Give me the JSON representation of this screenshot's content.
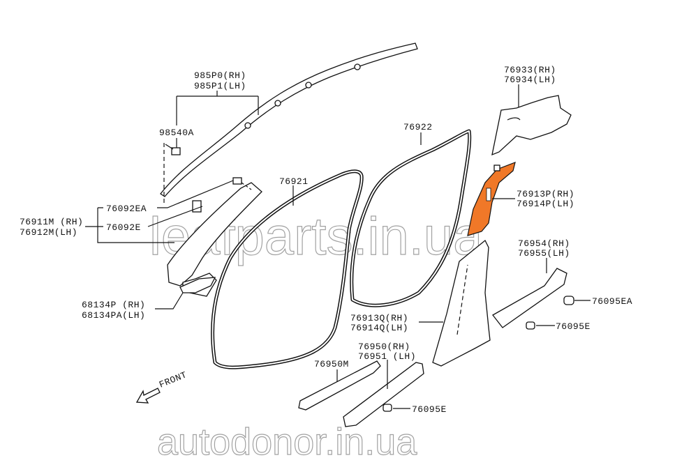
{
  "labels": {
    "airbag_rh": "985P0(RH)",
    "airbag_lh": "985P1(LH)",
    "bracket": "98540A",
    "clip_ea": "76092EA",
    "clip_e": "76092E",
    "a_pillar_rh": "76911M (RH)",
    "a_pillar_lh": "76912M(LH)",
    "lower_rh": "68134P (RH)",
    "lower_lh": "68134PA(LH)",
    "front_seal": "76921",
    "rear_seal": "76922",
    "c_pillar_rh": "76933(RH)",
    "c_pillar_lh": "76934(LH)",
    "b_upper_rh": "76913P(RH)",
    "b_upper_lh": "76914P(LH)",
    "rear_kick_rh": "76954(RH)",
    "rear_kick_lh": "76955(LH)",
    "clip_95ea": "76095EA",
    "clip_95e_right": "76095E",
    "b_lower_rh": "76913Q(RH)",
    "b_lower_lh": "76914Q(LH)",
    "sill_rh": "76950(RH)",
    "sill_lh": "76951 (LH)",
    "sill_front": "76950M",
    "clip_95e_bottom": "76095E",
    "front": "FRONT"
  },
  "watermarks": [
    "leafparts.in.ua",
    "autodonor.in.ua"
  ],
  "colors": {
    "highlight": "#F07828"
  }
}
